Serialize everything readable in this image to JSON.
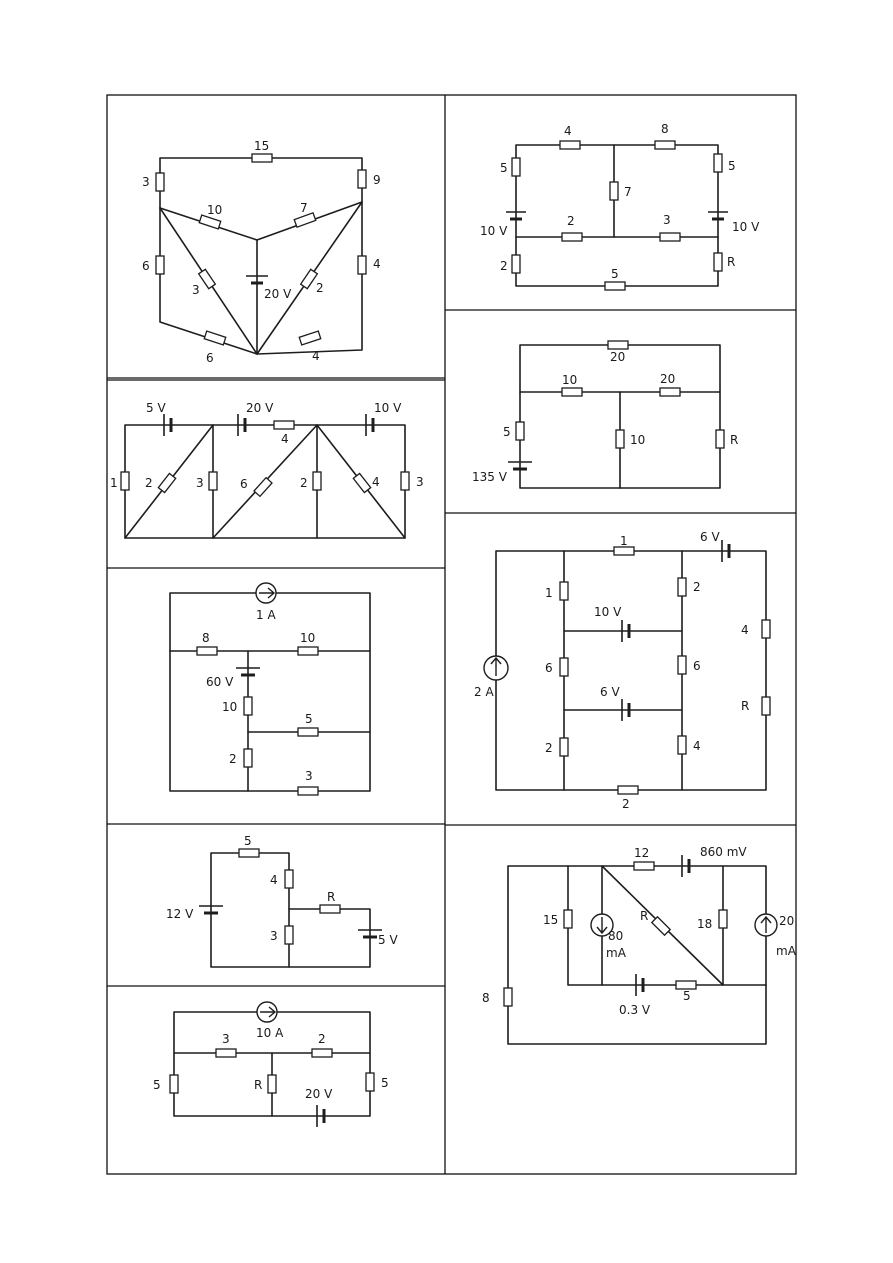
{
  "c1": {
    "top": "15",
    "left_top": "3",
    "right_top": "9",
    "left_mid": "6",
    "right_mid": "4",
    "ib_l": "10",
    "ib_r": "7",
    "diag_l": "3",
    "diag_r": "2",
    "src": "20 V",
    "bot_l": "6",
    "bot_r": "4"
  },
  "c2": {
    "r_top_l": "4",
    "r_top_r": "8",
    "r_left": "5",
    "r_right": "5",
    "v_left": "10 V",
    "v_right": "10 V",
    "r_mid_l": "2",
    "r_mid_r": "3",
    "r_center": "7",
    "r_left_bot": "2",
    "r_right_bot": "R",
    "r_bottom": "5"
  },
  "c3": {
    "top": "20",
    "ml": "10",
    "mr": "20",
    "left": "5",
    "center": "10",
    "right": "R",
    "src": "135 V"
  },
  "c4": {
    "v1": "5 V",
    "v2": "20 V",
    "v3": "10 V",
    "top_r": "4",
    "r1": "1",
    "d1": "2",
    "r3": "3",
    "d2": "6",
    "r5": "2",
    "d3": "4",
    "r7": "3"
  },
  "c5": {
    "top_r": "1",
    "top_v": "6 V",
    "i_src": "2 A",
    "ul": "1",
    "ur": "2",
    "vm": "10 V",
    "ml": "6",
    "mr": "6",
    "vl": "6 V",
    "ll": "2",
    "lr": "4",
    "rt": "4",
    "rr": "R",
    "bottom": "2"
  },
  "c6": {
    "i": "1 A",
    "r_l": "8",
    "r_r": "10",
    "v": "60 V",
    "r_v": "10",
    "r_m": "5",
    "r_vl": "2",
    "r_b": "3"
  },
  "c7": {
    "top": "5",
    "v": "12 V",
    "r_a": "4",
    "r_b": "3",
    "r_r": "R",
    "v2": "5 V"
  },
  "c8": {
    "r_top": "12",
    "v_top": "860 mV",
    "r_l": "15",
    "i_l": "80",
    "i_l_u": "mA",
    "r_diag": "R",
    "r_r": "18",
    "i_r": "20",
    "i_r_u": "mA",
    "r_far": "8",
    "v_bot": "0.3 V",
    "r_bot": "5"
  },
  "c9": {
    "i": "10 A",
    "r_tl": "3",
    "r_tr": "2",
    "r_l": "5",
    "r_m": "R",
    "r_r": "5",
    "v": "20 V"
  }
}
